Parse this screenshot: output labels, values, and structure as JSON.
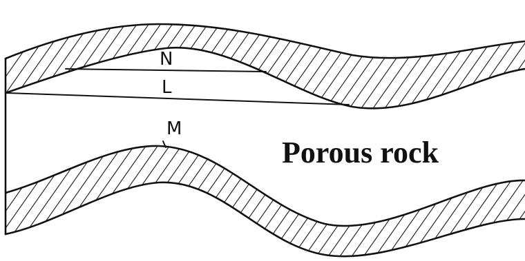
{
  "labels": {
    "n": "N",
    "l": "L",
    "m": "M",
    "region": "Porous rock"
  }
}
